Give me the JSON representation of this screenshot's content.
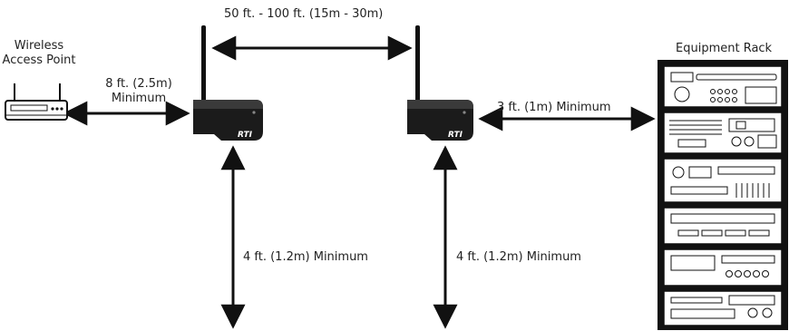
{
  "labels": {
    "top_distance": "50 ft. - 100 ft. (15m - 30m)",
    "ap_line1": "Wireless",
    "ap_line2": "Access Point",
    "ap_dist_line1": "8 ft. (2.5m)",
    "ap_dist_line2": "Minimum",
    "rack_title": "Equipment Rack",
    "rack_distance": "3 ft. (1m) Minimum",
    "left_vertical": "4 ft. (1.2m) Minimum",
    "right_vertical": "4 ft. (1.2m) Minimum",
    "device_logo": "RTI"
  },
  "colors": {
    "device_body": "#1b1b1b",
    "line": "#111111",
    "rack_frame": "#111111"
  },
  "icons": [
    "wireless-access-point-icon",
    "rti-extender-icon",
    "equipment-rack-icon"
  ]
}
